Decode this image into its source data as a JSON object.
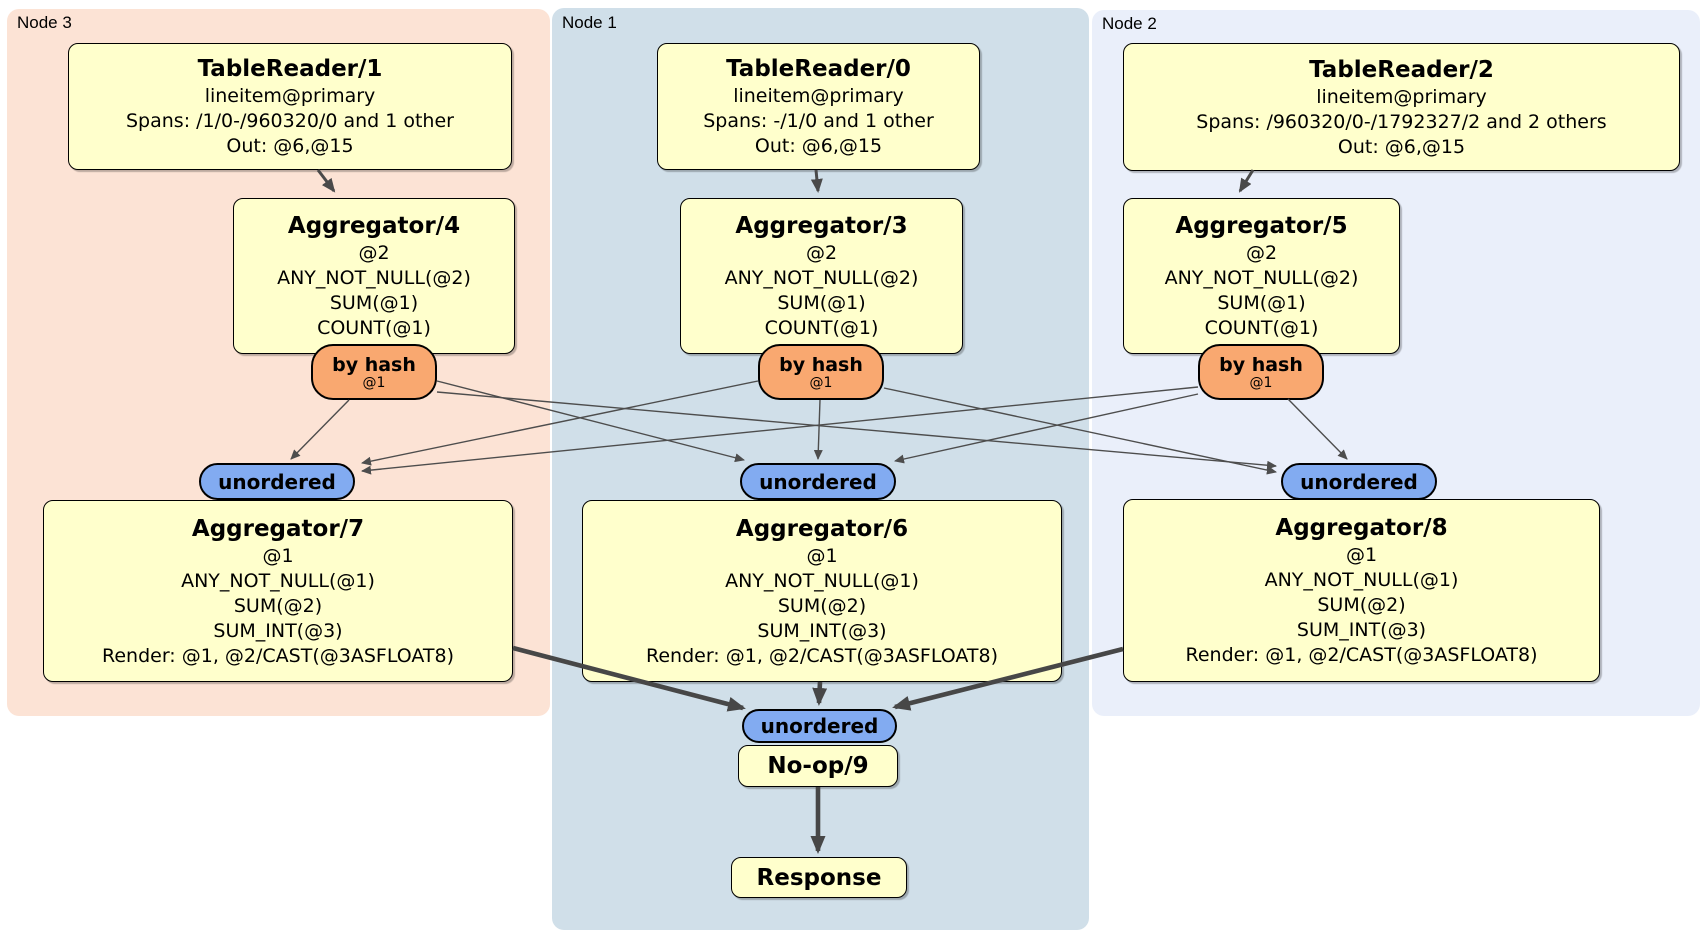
{
  "regions": {
    "node3": {
      "label": "Node 3"
    },
    "node1": {
      "label": "Node 1"
    },
    "node2": {
      "label": "Node 2"
    }
  },
  "nodes": {
    "tr1": {
      "title": "TableReader/1",
      "lines": [
        "lineitem@primary",
        "Spans: /1/0-/960320/0 and 1 other",
        "Out: @6,@15"
      ]
    },
    "tr0": {
      "title": "TableReader/0",
      "lines": [
        "lineitem@primary",
        "Spans: -/1/0 and 1 other",
        "Out: @6,@15"
      ]
    },
    "tr2": {
      "title": "TableReader/2",
      "lines": [
        "lineitem@primary",
        "Spans: /960320/0-/1792327/2 and 2 others",
        "Out: @6,@15"
      ]
    },
    "agg4": {
      "title": "Aggregator/4",
      "lines": [
        "@2",
        "ANY_NOT_NULL(@2)",
        "SUM(@1)",
        "COUNT(@1)"
      ]
    },
    "agg3": {
      "title": "Aggregator/3",
      "lines": [
        "@2",
        "ANY_NOT_NULL(@2)",
        "SUM(@1)",
        "COUNT(@1)"
      ]
    },
    "agg5": {
      "title": "Aggregator/5",
      "lines": [
        "@2",
        "ANY_NOT_NULL(@2)",
        "SUM(@1)",
        "COUNT(@1)"
      ]
    },
    "agg7": {
      "title": "Aggregator/7",
      "lines": [
        "@1",
        "ANY_NOT_NULL(@1)",
        "SUM(@2)",
        "SUM_INT(@3)",
        "Render: @1, @2/CAST(@3ASFLOAT8)"
      ]
    },
    "agg6": {
      "title": "Aggregator/6",
      "lines": [
        "@1",
        "ANY_NOT_NULL(@1)",
        "SUM(@2)",
        "SUM_INT(@3)",
        "Render: @1, @2/CAST(@3ASFLOAT8)"
      ]
    },
    "agg8": {
      "title": "Aggregator/8",
      "lines": [
        "@1",
        "ANY_NOT_NULL(@1)",
        "SUM(@2)",
        "SUM_INT(@3)",
        "Render: @1, @2/CAST(@3ASFLOAT8)"
      ]
    },
    "noop": {
      "title": "No-op/9"
    },
    "response": {
      "title": "Response"
    }
  },
  "routers": {
    "by_hash_label": "by hash",
    "by_hash_sub": "@1",
    "unordered_label": "unordered"
  },
  "colors": {
    "region3": "#fce3d5",
    "region1": "#d0dfe9",
    "region2": "#eaeffa",
    "nodefill": "#ffffcc",
    "byhash": "#f9a870",
    "unordered": "#82abf1",
    "edge": "#4d4d4d"
  }
}
